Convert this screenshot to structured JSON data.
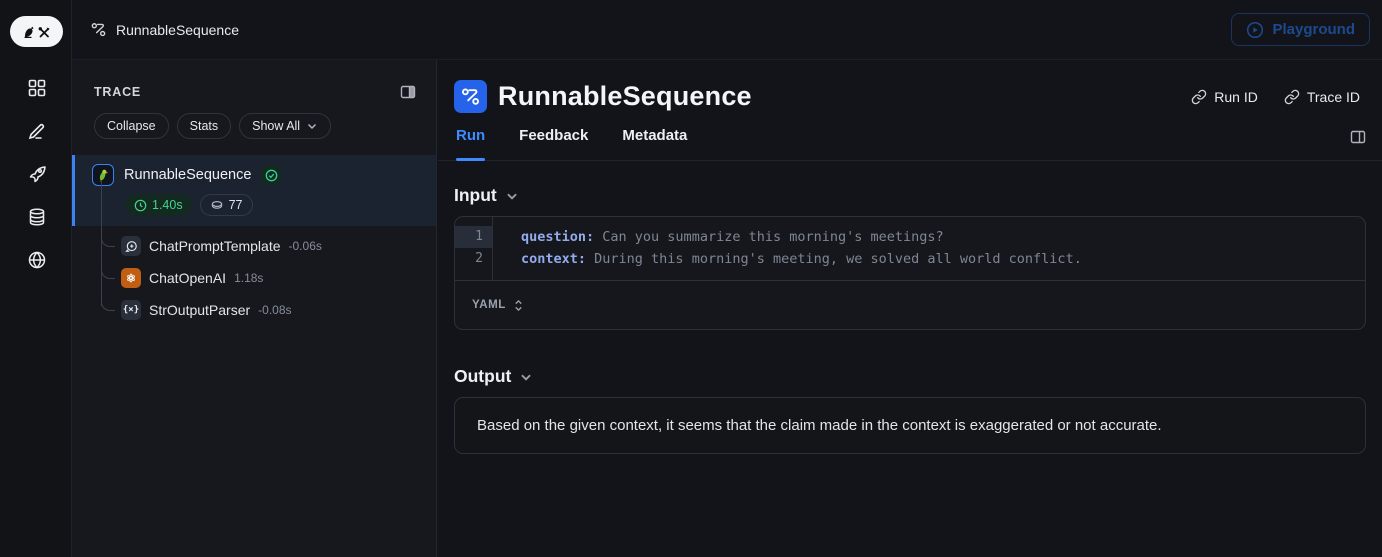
{
  "topbar": {
    "breadcrumb": "RunnableSequence",
    "playground_label": "Playground"
  },
  "rail": {
    "icons": [
      "apps-grid-icon",
      "pencil-icon",
      "rocket-icon",
      "database-icon",
      "globe-icon"
    ]
  },
  "trace": {
    "title": "TRACE",
    "buttons": {
      "collapse": "Collapse",
      "stats": "Stats",
      "show_all": "Show All"
    },
    "root": {
      "label": "RunnableSequence",
      "duration": "1.40s",
      "tokens": "77"
    },
    "children": [
      {
        "label": "ChatPromptTemplate",
        "duration": "-0.06s"
      },
      {
        "label": "ChatOpenAI",
        "duration": "1.18s"
      },
      {
        "label": "StrOutputParser",
        "duration": "-0.08s"
      }
    ]
  },
  "main": {
    "title": "RunnableSequence",
    "run_id_label": "Run ID",
    "trace_id_label": "Trace ID",
    "tabs": [
      {
        "label": "Run"
      },
      {
        "label": "Feedback"
      },
      {
        "label": "Metadata"
      }
    ],
    "input": {
      "heading": "Input",
      "format_label": "YAML",
      "lines": [
        {
          "num": "1",
          "key": "question:",
          "value": " Can you summarize this morning's meetings?"
        },
        {
          "num": "2",
          "key": "context:",
          "value": " During this morning's meeting, we solved all world conflict."
        }
      ]
    },
    "output": {
      "heading": "Output",
      "text": "Based on the given context, it seems that the claim made in the context is exaggerated or not accurate."
    }
  },
  "colors": {
    "accent_blue": "#3e8bff",
    "selection_blue": "#3b82f6",
    "success_green": "#3fd68f",
    "openai_orange": "#c05e13",
    "disabled_playground_blue": "#1d4a8f",
    "code_key_blue": "#93abec"
  }
}
